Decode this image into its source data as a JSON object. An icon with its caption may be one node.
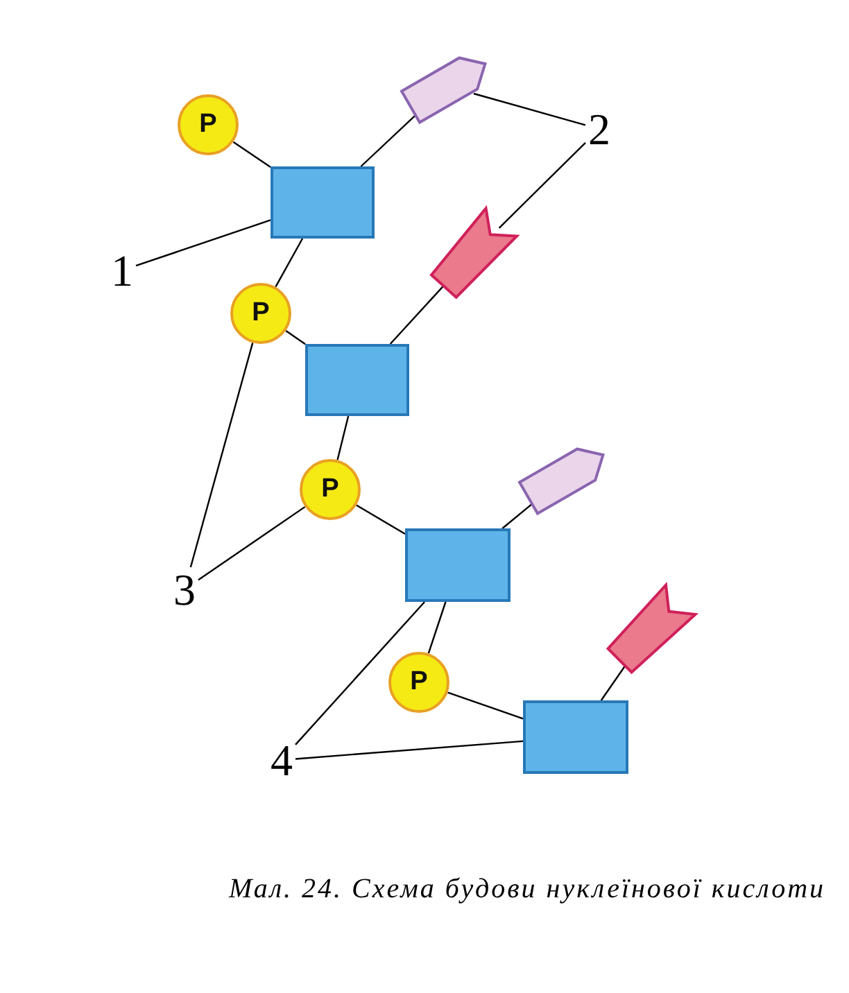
{
  "diagram": {
    "caption": "Мал. 24. Схема будови нуклеїнової кислоти",
    "nodes": [
      {
        "text": [
          "P"
        ]
      },
      {
        "text": [],
        "shape": "box"
      },
      {
        "text": [],
        "shape": "pentagon"
      },
      {
        "text": [
          "P"
        ]
      },
      {
        "text": [],
        "shape": "box"
      },
      {
        "text": [],
        "shape": "flag"
      },
      {
        "text": [
          "P"
        ]
      },
      {
        "text": [],
        "shape": "box"
      },
      {
        "text": [],
        "shape": "pentagon"
      },
      {
        "text": [
          "P"
        ]
      },
      {
        "text": [],
        "shape": "box"
      },
      {
        "text": [],
        "shape": "flag"
      },
      {
        "text": [
          "1"
        ]
      },
      {
        "text": [
          "2"
        ]
      },
      {
        "text": [
          "3"
        ]
      },
      {
        "text": [
          "4"
        ]
      }
    ],
    "edges": [
      {
        "from": 0,
        "to": 1,
        "arrow": "none"
      },
      {
        "from": 1,
        "to": 2,
        "arrow": "none"
      },
      {
        "from": 1,
        "to": 3,
        "arrow": "none"
      },
      {
        "from": 3,
        "to": 4,
        "arrow": "none"
      },
      {
        "from": 4,
        "to": 5,
        "arrow": "none"
      },
      {
        "from": 4,
        "to": 6,
        "arrow": "none"
      },
      {
        "from": 6,
        "to": 7,
        "arrow": "none"
      },
      {
        "from": 7,
        "to": 8,
        "arrow": "none"
      },
      {
        "from": 7,
        "to": 9,
        "arrow": "none"
      },
      {
        "from": 9,
        "to": 10,
        "arrow": "none"
      },
      {
        "from": 10,
        "to": 11,
        "arrow": "none"
      },
      {
        "from": 12,
        "to": 1,
        "arrow": "none"
      },
      {
        "from": 13,
        "to": 2,
        "arrow": "none"
      },
      {
        "from": 13,
        "to": 5,
        "arrow": "none"
      },
      {
        "from": 14,
        "to": 3,
        "arrow": "none"
      },
      {
        "from": 14,
        "to": 6,
        "arrow": "none"
      },
      {
        "from": 15,
        "to": 7,
        "arrow": "none"
      },
      {
        "from": 15,
        "to": 10,
        "arrow": "none"
      }
    ]
  }
}
